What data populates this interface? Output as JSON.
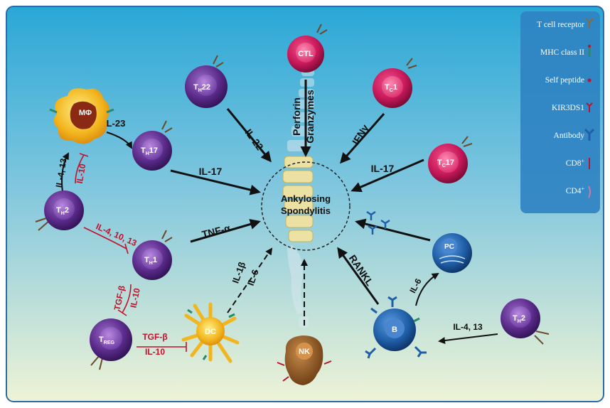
{
  "center": {
    "line1": "Ankylosing",
    "line2": "Spondylitis"
  },
  "legend": {
    "items": [
      {
        "label": "T cell receptor",
        "icon": "tcr-icon"
      },
      {
        "label": "MHC class II",
        "icon": "mhc-icon"
      },
      {
        "label": "Self peptide",
        "icon": "peptide-icon"
      },
      {
        "label": "KIR3DS1",
        "icon": "kir-icon"
      },
      {
        "label": "Antibody",
        "icon": "antibody-icon"
      },
      {
        "label": "CD8",
        "sup": "+",
        "icon": "cd8-icon"
      },
      {
        "label": "CD4",
        "sup": "+",
        "icon": "cd4-icon"
      }
    ]
  },
  "cells": {
    "ctl": "CTL",
    "th22": {
      "main": "T",
      "sub": "H",
      "tail": "22"
    },
    "tc1": {
      "main": "T",
      "sub": "C",
      "tail": "1"
    },
    "tc17": {
      "main": "T",
      "sub": "C",
      "tail": "17"
    },
    "th17": {
      "main": "T",
      "sub": "H",
      "tail": "17"
    },
    "th2_left": {
      "main": "T",
      "sub": "H",
      "tail": "2"
    },
    "th1": {
      "main": "T",
      "sub": "H",
      "tail": "1"
    },
    "treg": {
      "main": "T",
      "sub": "REG"
    },
    "macrophage": "MΦ",
    "dc": "DC",
    "nk": "NK",
    "b": "B",
    "pc": "PC",
    "th2_right": {
      "main": "T",
      "sub": "H",
      "tail": "2"
    }
  },
  "signals": {
    "il22": "IL-22",
    "perforin": "Perforin",
    "granzymes": "Granzymes",
    "ifng": "IFNγ",
    "il23": "IL-23",
    "il17_left": "IL-17",
    "il17_right": "IL-17",
    "il4_13_left": "IL-4, 13",
    "il10_mac": "IL-10",
    "tnfa": "TNF-α",
    "il4_10_13": "IL-4, 10, 13",
    "tgfb_v": "TGF-β",
    "il10_v": "IL-10",
    "tgfb_h": "TGF-β",
    "il10_h": "IL-10",
    "il1b": "IL-1β",
    "il6_dc": "IL-6",
    "rankl": "RANKL",
    "il6_b": "IL-6",
    "il4_13_right": "IL-4, 13"
  },
  "colors": {
    "bg_top": "#2aa7d6",
    "bg_bottom": "#eef3d6",
    "t_cell": "#5a2b8a",
    "cytotoxic": "#c8185a",
    "macrophage": "#f2a81d",
    "nk": "#8a5420",
    "b_cell": "#1f5fa8",
    "inhibit": "#c0122a",
    "legend_bg": "#2f83c2"
  }
}
